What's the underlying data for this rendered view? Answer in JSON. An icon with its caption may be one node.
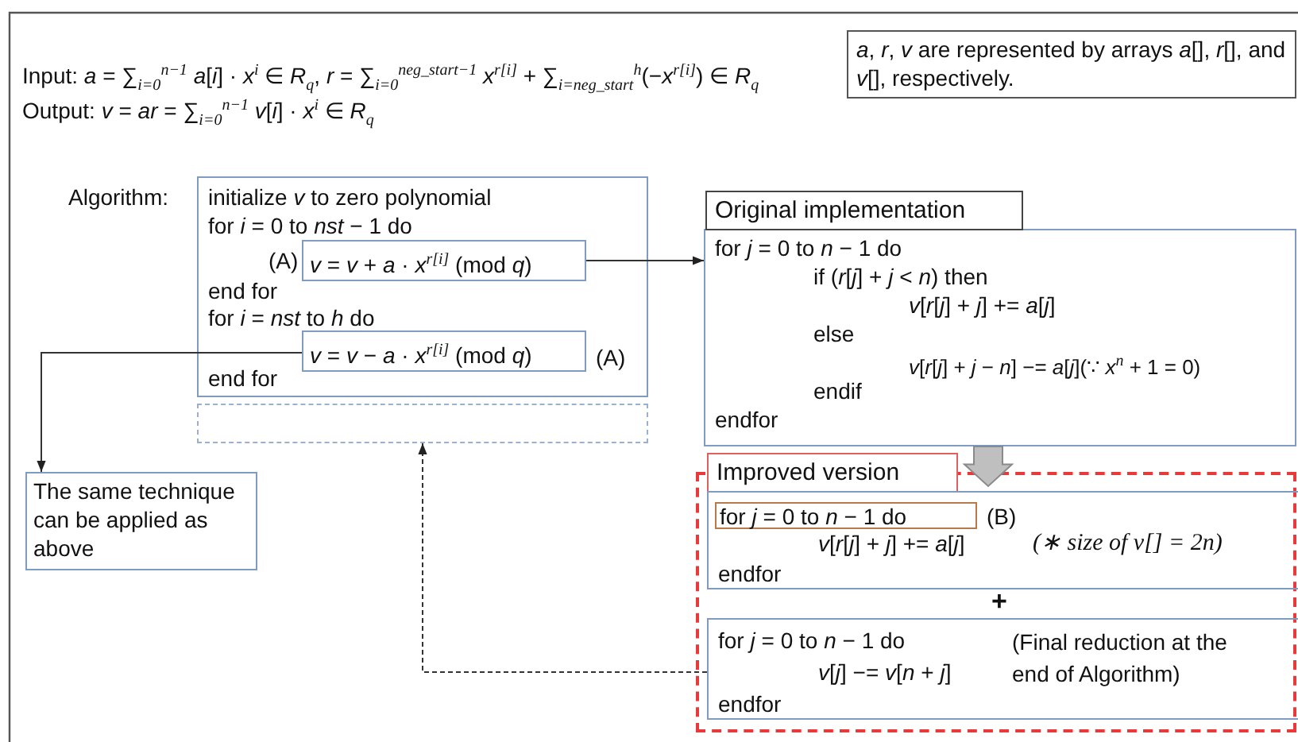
{
  "diagram": {
    "nodes": [
      {
        "text": [
          "*a*, *r*, *v* are represented by arrays *a*[], *r*[], and *v*[], respectively."
        ]
      },
      {
        "text": [
          "Algorithm:",
          "initialize *v* to zero polynomial",
          "for *i* = 0 to *nst* − 1 do",
          "end for",
          "for *i* = *nst* to *h* do",
          "end for"
        ]
      },
      {
        "text": [
          "*v* = *v* + *a* · *x*$^{r[i]}$ (mod *q*)"
        ],
        "in": 1,
        "beside": [
          "(A)"
        ]
      },
      {
        "text": [
          "*v* = *v* − *a* · *x*$^{r[i]}$ (mod *q*)"
        ],
        "in": 1,
        "beside": [
          "(A)"
        ]
      },
      {
        "text": [],
        "shape": "box"
      },
      {
        "text": [
          "The same technique can be applied as above"
        ]
      },
      {
        "text": [
          "Original implementation",
          "for *j* = 0 to *n* − 1 do",
          "if (*r*[*j*] + *j* < *n*) then",
          "*v*[*r*[*j*] + *j*] += *a*[*j*]",
          "else",
          "*v*[*r*[*j*] + *j* − *n*] −= *a*[*j*](∵ *x*$^{n}$ + 1 = 0)",
          "endif",
          "endfor"
        ]
      },
      {
        "text": [
          "Improved version"
        ]
      },
      {
        "text": [
          "*v*[*r*[*j*] + *j*] += *a*[*j*]",
          "(∗ size of v[] =  2n)",
          "endfor"
        ],
        "in": 7
      },
      {
        "text": [
          "for *j* = 0 to *n* − 1 do"
        ],
        "in": 8,
        "beside": [
          "(B)"
        ]
      },
      {
        "text": [
          "for *j* = 0 to *n* − 1 do",
          "*v*[*j*] −= *v*[*n* + *j*]",
          "endfor",
          "(Final reduction at the end of Algorithm)"
        ],
        "in": 7
      }
    ],
    "edges": [
      {
        "from": 2,
        "to": 6,
        "arrow": "to"
      },
      {
        "from": 3,
        "to": 5,
        "arrow": "to"
      },
      {
        "from": 10,
        "to": 4,
        "arrow": "to",
        "style": "dashed"
      },
      {
        "from": 6,
        "to": 7,
        "arrow": "to",
        "style": "thick",
        "color": "#bfbfbf"
      }
    ],
    "labels": [
      "Input: *a* = ∑$_{i=0}$$^{n−1}$ *a*[*i*] · *x*$^{i}$ ∈ *R*$_{q}$, *r* = ∑$_{i=0}$$^{neg_start−1}$ *x*$^{r[i]}$ + ∑$_{i=neg_start}$$^{h}$(−*x*$^{r[i]}$) ∈ *R*$_{q}$",
      "Output: *v* = *ar* = ∑$_{i=0}$$^{n−1}$ *v*[*i*] · *x*$^{i}$ ∈ *R*$_{q}$",
      "+"
    ]
  }
}
